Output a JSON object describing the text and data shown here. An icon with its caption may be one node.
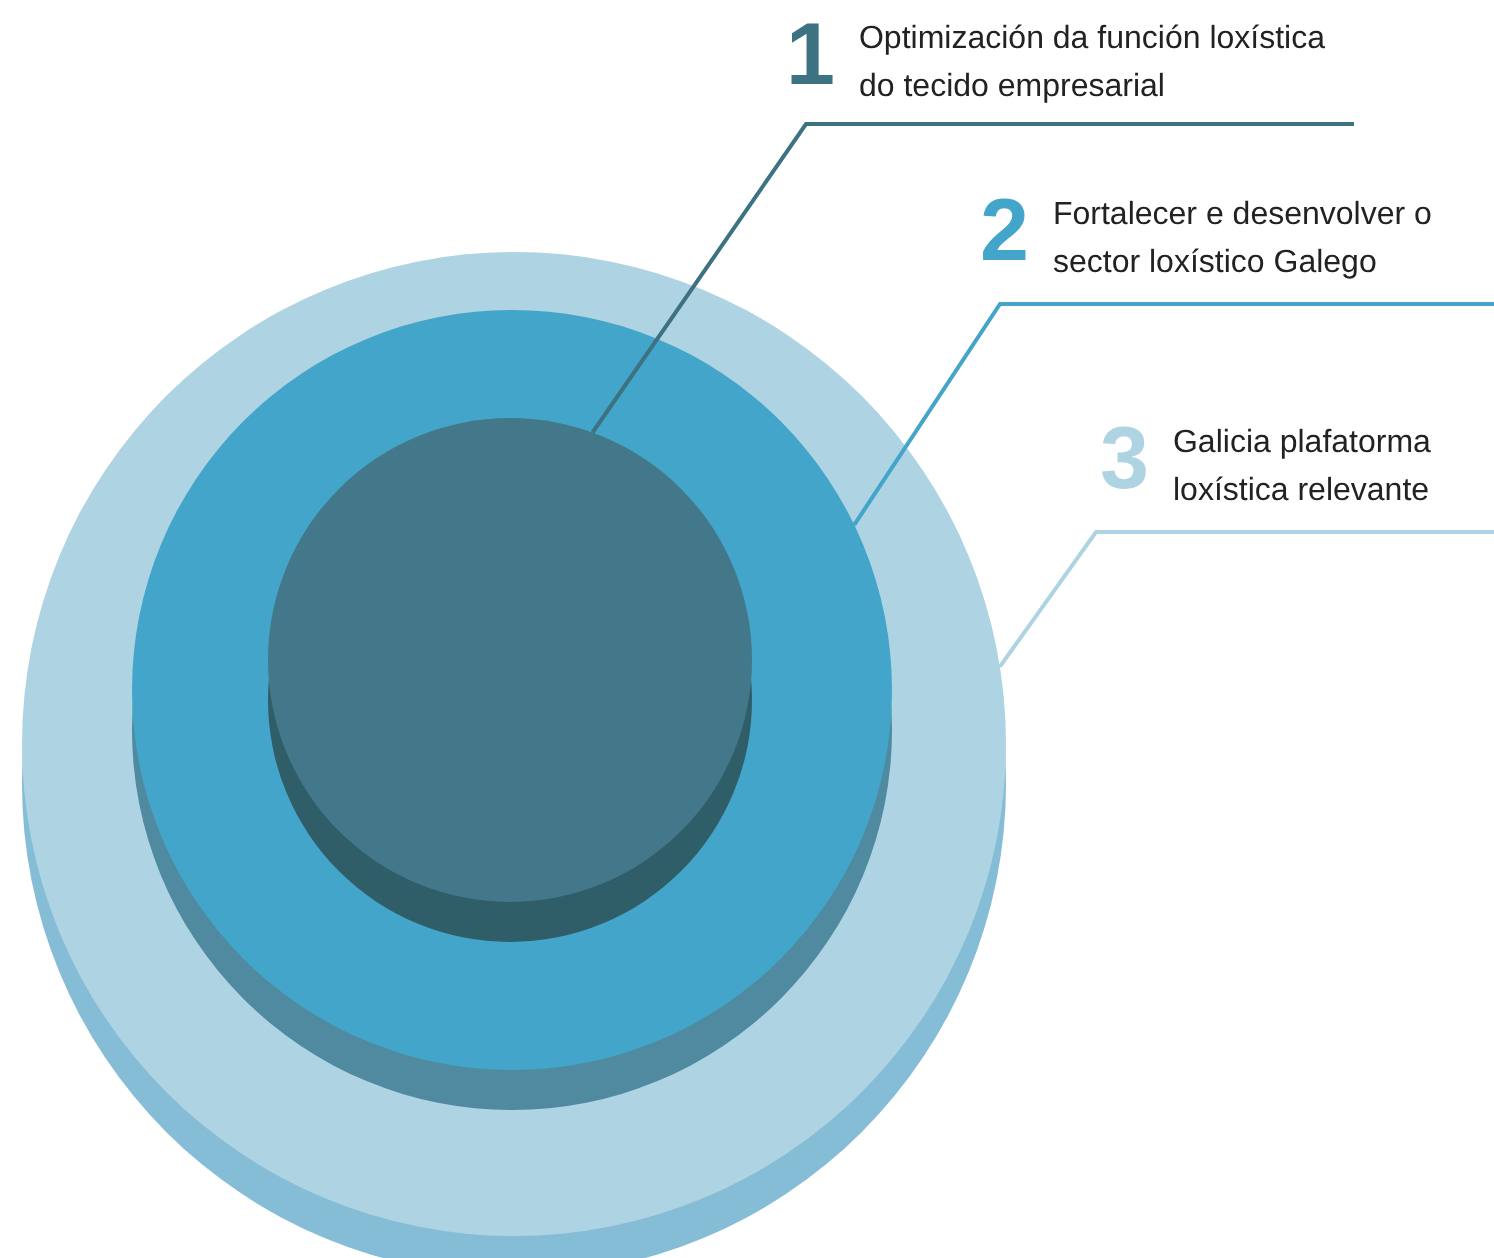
{
  "diagram": {
    "nodes": [
      {
        "text": [],
        "shape": "circle"
      },
      {
        "text": [],
        "shape": "circle",
        "in": 0
      },
      {
        "text": [],
        "shape": "circle",
        "in": 1
      },
      {
        "text": [
          "1",
          "Optimización da función loxística do tecido empresarial"
        ]
      },
      {
        "text": [
          "2",
          "Fortalecer e desenvolver o sector loxístico Galego"
        ]
      },
      {
        "text": [
          "3",
          "Galicia plafatorma loxística relevante"
        ]
      }
    ],
    "edges": [
      {
        "from": 3,
        "to": 2,
        "arrow": "none",
        "color": "#3d7283"
      },
      {
        "from": 4,
        "to": 1,
        "arrow": "none",
        "color": "#43a5c9"
      },
      {
        "from": 5,
        "to": 0,
        "arrow": "none",
        "color": "#aed3e3"
      }
    ]
  }
}
